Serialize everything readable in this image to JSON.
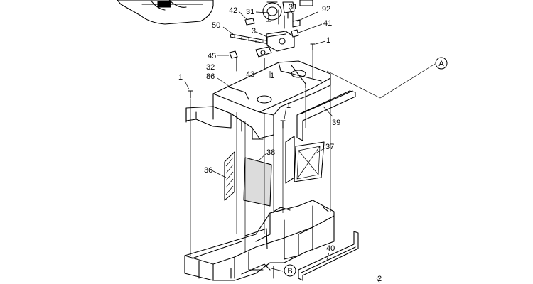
{
  "callouts": [
    {
      "id": "c42",
      "text": "42"
    },
    {
      "id": "c31a",
      "text": "31"
    },
    {
      "id": "c31b",
      "text": "31"
    },
    {
      "id": "c92",
      "text": "92"
    },
    {
      "id": "c50",
      "text": "50"
    },
    {
      "id": "c3",
      "text": "3"
    },
    {
      "id": "c41",
      "text": "41"
    },
    {
      "id": "c1a",
      "text": "1"
    },
    {
      "id": "c45",
      "text": "45"
    },
    {
      "id": "c32",
      "text": "32"
    },
    {
      "id": "c86",
      "text": "86"
    },
    {
      "id": "c43",
      "text": "43"
    },
    {
      "id": "c1b",
      "text": "1"
    },
    {
      "id": "c1c",
      "text": "1"
    },
    {
      "id": "c1d",
      "text": "1"
    },
    {
      "id": "c39",
      "text": "39"
    },
    {
      "id": "c38",
      "text": "38"
    },
    {
      "id": "c37",
      "text": "37"
    },
    {
      "id": "c36",
      "text": "36"
    },
    {
      "id": "c40",
      "text": "40"
    },
    {
      "id": "c2",
      "text": "2"
    }
  ],
  "reference_markers": [
    {
      "id": "refA",
      "text": "A"
    },
    {
      "id": "refB",
      "text": "B"
    }
  ]
}
